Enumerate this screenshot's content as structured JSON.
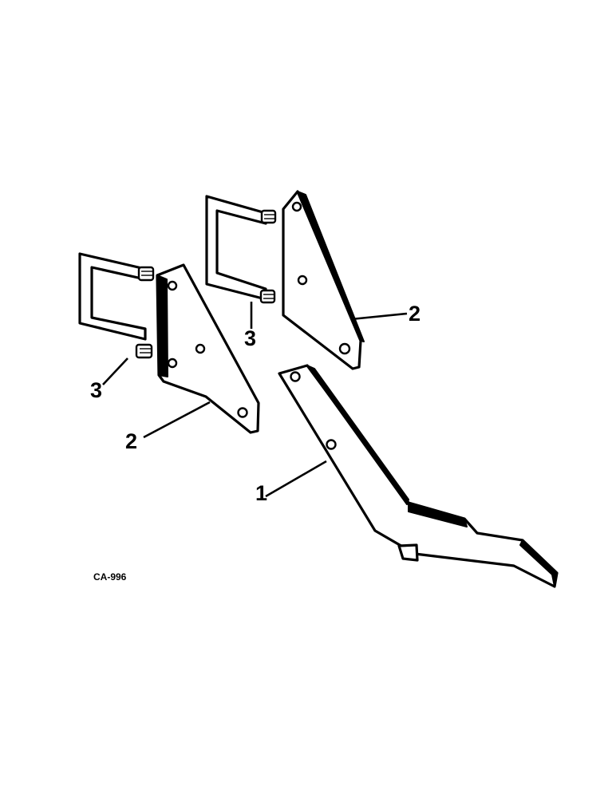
{
  "callouts": {
    "shank": "1",
    "bracket_left": "2",
    "bracket_right": "2",
    "ubolt_left": "3",
    "ubolt_right": "3"
  },
  "figure_code": "CA-996"
}
